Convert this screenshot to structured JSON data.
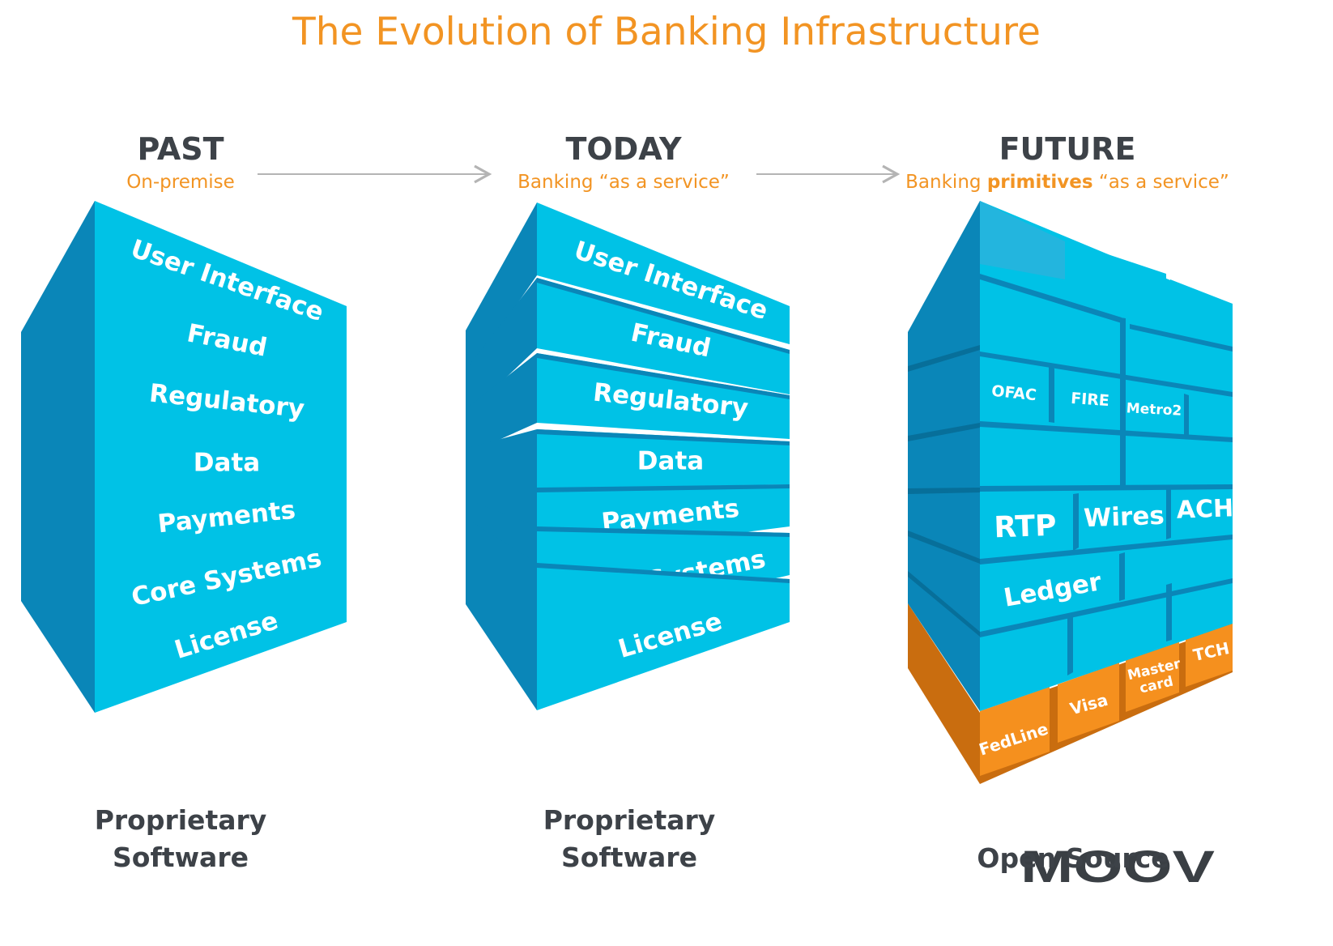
{
  "title": "The Evolution of Banking Infrastructure",
  "colors": {
    "title": "#f29423",
    "text_dark": "#3d4248",
    "block_front": "#00c2e6",
    "block_side": "#0a86b8",
    "block_top": "#23b5de",
    "base_front": "#f5901e",
    "base_side": "#c96d0f",
    "arrow": "#b4b4b4"
  },
  "past": {
    "heading": "PAST",
    "subtitle": "On-premise",
    "layers": [
      "User Interface",
      "Fraud",
      "Regulatory",
      "Data",
      "Payments",
      "Core Systems",
      "License"
    ],
    "caption_line1": "Proprietary",
    "caption_line2": "Software"
  },
  "today": {
    "heading": "TODAY",
    "subtitle": "Banking “as a service”",
    "layers": [
      "User Interface",
      "Fraud",
      "Regulatory",
      "Data",
      "Payments",
      "Core Systems",
      "License"
    ],
    "caption_line1": "Proprietary",
    "caption_line2": "Software"
  },
  "future": {
    "heading": "FUTURE",
    "subtitle_pre": "Banking ",
    "subtitle_bold": "primitives",
    "subtitle_post": " “as a service”",
    "blocks": [
      "OFAC",
      "FIRE",
      "Metro2",
      "RTP",
      "Wires",
      "ACH",
      "Ledger"
    ],
    "base_blocks": [
      "FedLine",
      "Visa",
      "Master card",
      "TCH"
    ],
    "logo_text": "MOOV",
    "caption": "Open Source"
  }
}
